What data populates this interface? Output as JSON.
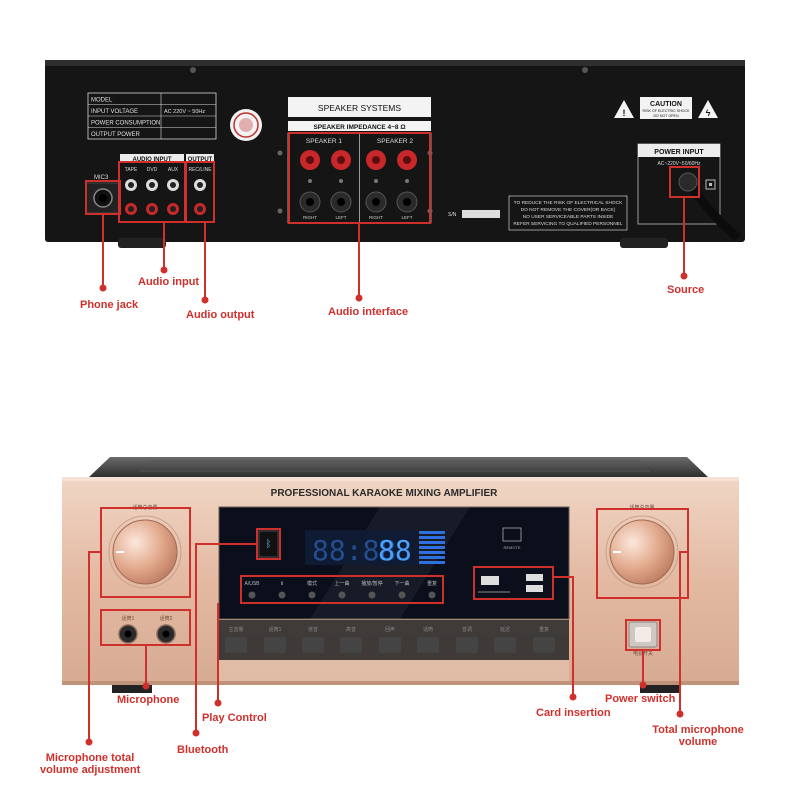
{
  "rear_panel": {
    "spec_table": [
      "MODEL",
      "INPUT VOLTAGE",
      "POWER CONSUMPTION",
      "OUTPUT POWER"
    ],
    "input_voltage_value": "AC 220V ~ 50Hz",
    "mic_label": "MIC3",
    "audio_input_title": "AUDIO INPUT",
    "audio_input_channels": [
      "TAPE",
      "DVD",
      "AUX"
    ],
    "output_title": "OUTPUT",
    "output_sub": "REC/LINE",
    "speaker_systems": "SPEAKER SYSTEMS",
    "speaker_impedance": "SPEAKER IMPEDANCE 4~8 Ω",
    "speaker1": "SPEAKER 1",
    "speaker2": "SPEAKER 2",
    "terminal_labels": [
      "RIGHT",
      "LEFT",
      "RIGHT",
      "LEFT"
    ],
    "sn_label": "S/N",
    "caution_title": "CAUTION",
    "caution_lines": [
      "RISK OF ELECTRIC SHOCK",
      "DO NOT OPEN"
    ],
    "warning_lines": [
      "TO REDUCE THE RISK OF ELECTRICAL SHOCK",
      "DO NOT REMOVE THE COVER(OR BACK)",
      "NO USER SERVICEABLE PARTS INSIDE",
      "REFER SERVICING TO QUALIFIED PERSONNEL"
    ],
    "power_input_title": "POWER INPUT",
    "power_input_value": "AC~220V~50/60Hz"
  },
  "front_panel": {
    "title": "PROFESSIONAL KARAOKE MIXING AMPLIFIER",
    "display_digits": "88",
    "remote_label": "REMOTE",
    "button_labels": [
      "A/USB",
      "Ⅱ",
      "模式",
      "上一曲",
      "播放/暂停",
      "下一曲",
      "重复"
    ]
  },
  "callouts": {
    "phone_jack": "Phone jack",
    "audio_input": "Audio input",
    "audio_output": "Audio output",
    "audio_interface": "Audio interface",
    "source": "Source",
    "microphone": "Microphone",
    "play_control": "Play Control",
    "bluetooth": "Bluetooth",
    "mic_total_volume_1": "Microphone total",
    "mic_total_volume_2": "volume adjustment",
    "card_insertion": "Card insertion",
    "power_switch": "Power switch",
    "total_mic_volume_1": "Total microphone",
    "total_mic_volume_2": "volume"
  },
  "colors": {
    "accent": "#d0302c",
    "chassis": "#151515",
    "front_panel": "#e6bfa8",
    "display": "#0b0f1c",
    "lcd": "#3f8cff"
  }
}
